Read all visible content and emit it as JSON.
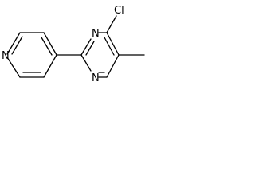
{
  "molecule": {
    "atoms": {
      "pyridine_nitrogen": "N",
      "pyrimidine_nitrogen_1": "N",
      "pyrimidine_nitrogen_3": "N",
      "chlorine": "Cl"
    }
  },
  "colors": {
    "bond": "#000000",
    "label": "#000000",
    "background": "#ffffff"
  }
}
